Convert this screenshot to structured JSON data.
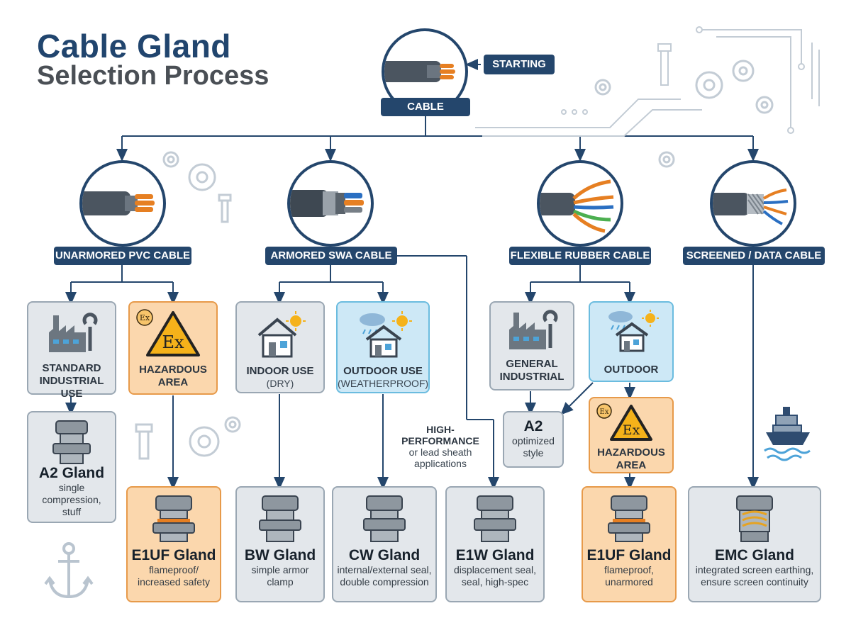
{
  "title": {
    "line1": "Cable Gland",
    "line2": "Selection Process"
  },
  "start": {
    "callout": "STARTING",
    "label": "CABLE"
  },
  "cable_types": [
    {
      "label": "UNARMORED PVC CABLE"
    },
    {
      "label": "ARMORED SWA CABLE"
    },
    {
      "label": "FLEXIBLE RUBBER CABLE"
    },
    {
      "label": "SCREENED / DATA CABLE"
    }
  ],
  "conditions": {
    "standard": {
      "line1": "STANDARD",
      "line2": "INDUSTRIAL USE"
    },
    "hazard1": {
      "line1": "HAZARDOUS",
      "line2": "AREA"
    },
    "indoor": {
      "line1": "INDOOR USE",
      "line2": "(DRY)"
    },
    "outdoor_wp": {
      "line1": "OUTDOOR USE",
      "line2": "(WEATHERPROOF)"
    },
    "general": {
      "line1": "GENERAL",
      "line2": "INDUSTRIAL"
    },
    "outdoor": {
      "line1": "OUTDOOR"
    },
    "hazard2": {
      "line1": "HAZARDOUS",
      "line2": "AREA"
    }
  },
  "note": {
    "line1": "HIGH-",
    "line2": "PERFORMANCE",
    "line3": "or lead sheath",
    "line4": "applications"
  },
  "glands": {
    "a2": {
      "name": "A2 Gland",
      "desc1": "single compression,",
      "desc2": "stuff"
    },
    "a2opt": {
      "name": "A2",
      "desc1": "optimized",
      "desc2": "style"
    },
    "e1uf1": {
      "name": "E1UF Gland",
      "desc1": "flameproof/",
      "desc2": "increased safety"
    },
    "bw": {
      "name": "BW Gland",
      "desc1": "simple armor",
      "desc2": "clamp"
    },
    "cw": {
      "name": "CW Gland",
      "desc1": "internal/external seal,",
      "desc2": "double compression"
    },
    "e1w": {
      "name": "E1W Gland",
      "desc1": "displacement seal,",
      "desc2": "seal, high-spec"
    },
    "e1uf2": {
      "name": "E1UF Gland",
      "desc1": "flameproof,",
      "desc2": "unarmored"
    },
    "emc": {
      "name": "EMC Gland",
      "desc1": "integrated screen earthing,",
      "desc2": "ensure screen continuity"
    }
  },
  "ex_mark": "Ex",
  "colors": {
    "navy": "#24466c",
    "grey_box": "#e3e7eb",
    "blue_box": "#cde8f6",
    "orange_box": "#fbd7ad",
    "hazard_yellow": "#f5b21a"
  }
}
